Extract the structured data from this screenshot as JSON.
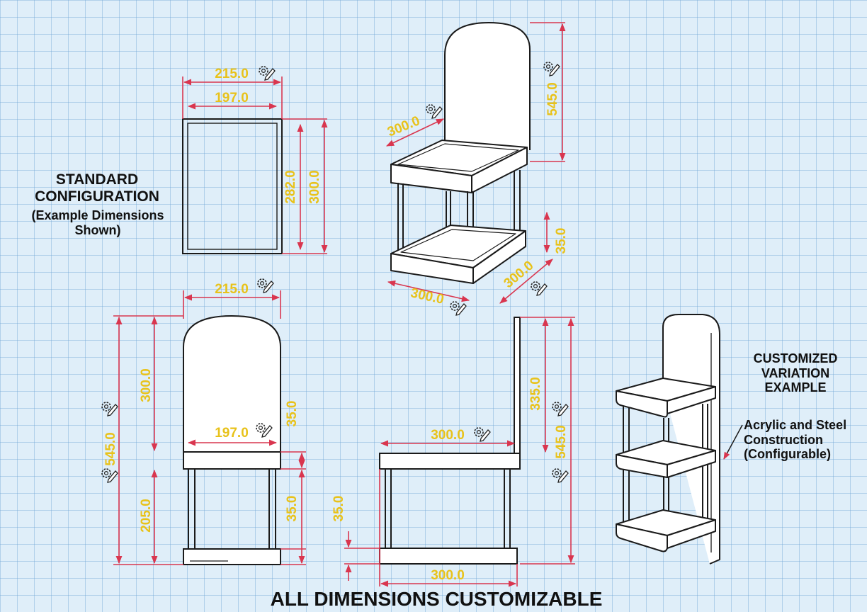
{
  "labels": {
    "standard_title": "STANDARD CONFIGURATION",
    "standard_subtitle": "(Example Dimensions Shown)",
    "custom_title": "CUSTOMIZED VARIATION EXAMPLE",
    "custom_note": "Acrylic and Steel Construction (Configurable)",
    "footer": "ALL DIMENSIONS CUSTOMIZABLE"
  },
  "dimensions": {
    "top_outer_width": "215.0",
    "top_inner_width": "197.0",
    "top_inner_depth": "282.0",
    "top_outer_depth": "300.0",
    "iso_height": "545.0",
    "iso_tray_depth": "300.0",
    "iso_base_height": "35.0",
    "iso_base_depth": "300.0",
    "iso_base_width": "300.0",
    "front_width": "215.0",
    "front_back_height": "300.0",
    "front_total_height": "545.0",
    "front_inner_width": "197.0",
    "front_seat_thickness": "35.0",
    "front_leg_height": "205.0",
    "front_base_thickness": "35.0",
    "side_back_height": "335.0",
    "side_total_height": "545.0",
    "side_seat_depth": "300.0",
    "side_base_thickness": "35.0",
    "side_base_depth": "300.0"
  },
  "colors": {
    "dimension_line": "#d9364f",
    "dimension_text": "#e8c21a",
    "outline": "#1a1a1a",
    "grid_background": "#dfeef9"
  },
  "icons": [
    "gear-pencil-icon"
  ]
}
